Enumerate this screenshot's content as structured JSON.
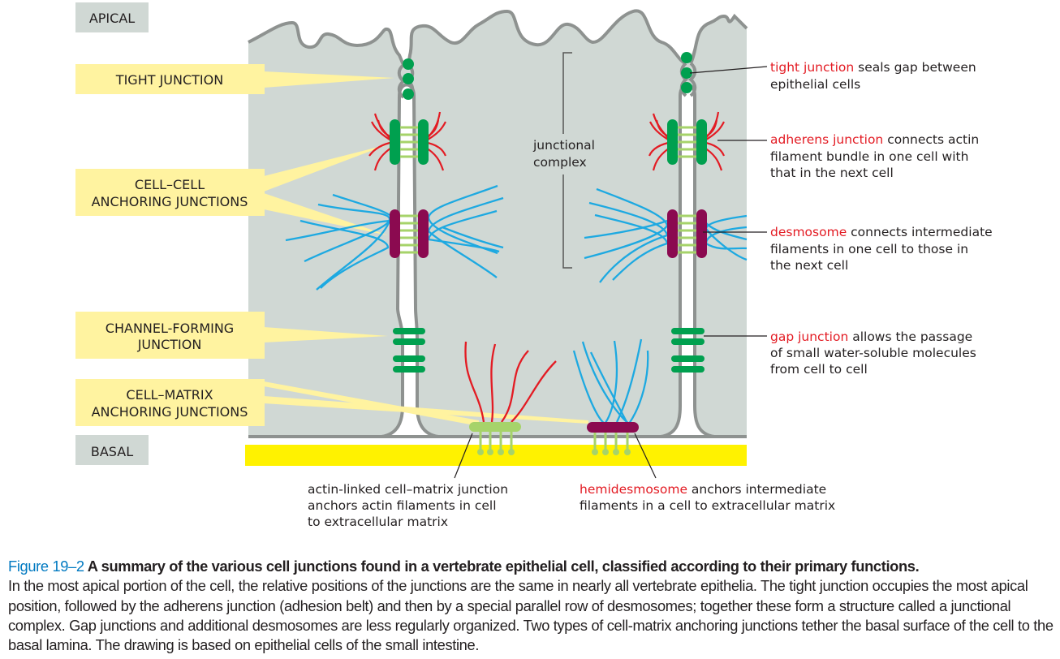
{
  "colors": {
    "cell_fill": "#d0d8d4",
    "membrane": "#8e9290",
    "callout": "#fff3a0",
    "label_box_gray": "#d0d8d4",
    "basal_lamina": "#fff200",
    "tight_junction": "#00a04f",
    "actin": "#e31b23",
    "intermediate_filament": "#1da9e1",
    "desmosome": "#8b0a50",
    "linker": "#a6d36a",
    "annotation_red": "#e31b23",
    "caption_blue": "#0079c1"
  },
  "left_labels": {
    "apical": "APICAL",
    "tight_junction": "TIGHT JUNCTION",
    "cell_cell_line1": "CELL–CELL",
    "cell_cell_line2": "ANCHORING JUNCTIONS",
    "channel_line1": "CHANNEL-FORMING",
    "channel_line2": "JUNCTION",
    "cell_matrix_line1": "CELL–MATRIX",
    "cell_matrix_line2": "ANCHORING JUNCTIONS",
    "basal": "BASAL"
  },
  "center_label": {
    "line1": "junctional",
    "line2": "complex"
  },
  "annotations": {
    "tight": {
      "term": "tight junction",
      "rest1": " seals gap between",
      "line2": "epithelial cells"
    },
    "adherens": {
      "term": "adherens junction",
      "rest1": " connects actin",
      "line2": "filament bundle in one cell with",
      "line3": "that in the next cell"
    },
    "desmosome": {
      "term": "desmosome",
      "rest1": " connects intermediate",
      "line2": "filaments in one cell to those in",
      "line3": "the next cell"
    },
    "gap": {
      "term": "gap junction",
      "rest1": " allows the passage",
      "line2": "of small water-soluble molecules",
      "line3": "from cell to cell"
    },
    "actin_linked": {
      "term": "actin-linked cell–matrix junction",
      "line2": "anchors actin filaments in cell",
      "line3": "to extracellular matrix"
    },
    "hemidesmosome": {
      "term": "hemidesmosome",
      "rest1": " anchors intermediate",
      "line2": "filaments in a cell to extracellular matrix"
    }
  },
  "caption": {
    "figure_number": "Figure 19–2",
    "title": " A summary of the various cell junctions found in a vertebrate epithelial cell, classified according to their primary functions.",
    "body": "In the most apical portion of the cell, the relative positions of the junctions are the same in nearly all vertebrate epithelia. The tight junction occupies the most apical position, followed by the adherens junction (adhesion belt) and then by a special parallel row of desmosomes; together these form a structure called a junctional complex. Gap junctions and additional desmosomes are less regularly organized. Two types of cell-matrix anchoring junctions tether the basal surface of the cell to the basal lamina. The drawing is based on epithelial cells of the small intestine."
  }
}
